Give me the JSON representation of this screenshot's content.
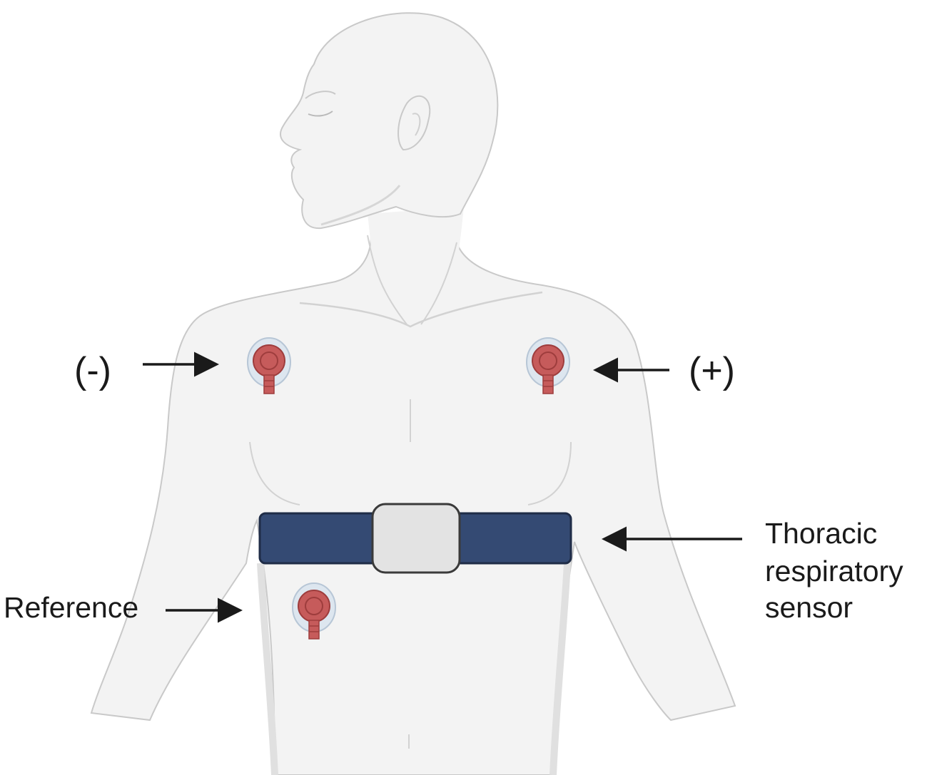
{
  "labels": {
    "negative": "(-)",
    "positive": "(+)",
    "reference": "Reference",
    "sensor_line1": "Thoracic",
    "sensor_line2": "respiratory",
    "sensor_line3": "sensor"
  },
  "colors": {
    "skin": "#f3f3f3",
    "skin_outline": "#c9c9c9",
    "skin_shadow": "#e4e4e4",
    "electrode": "#c65b5b",
    "electrode_dark": "#9e3d3d",
    "electrode_ring": "#d7e3ee",
    "belt": "#344a73",
    "belt_outline": "#1f2c47",
    "sensor_box": "#e3e3e3",
    "arrow": "#1a1a1a"
  },
  "icons": {
    "electrode": "electrode-icon",
    "belt": "respiratory-belt-icon",
    "figure": "human-torso-icon"
  }
}
